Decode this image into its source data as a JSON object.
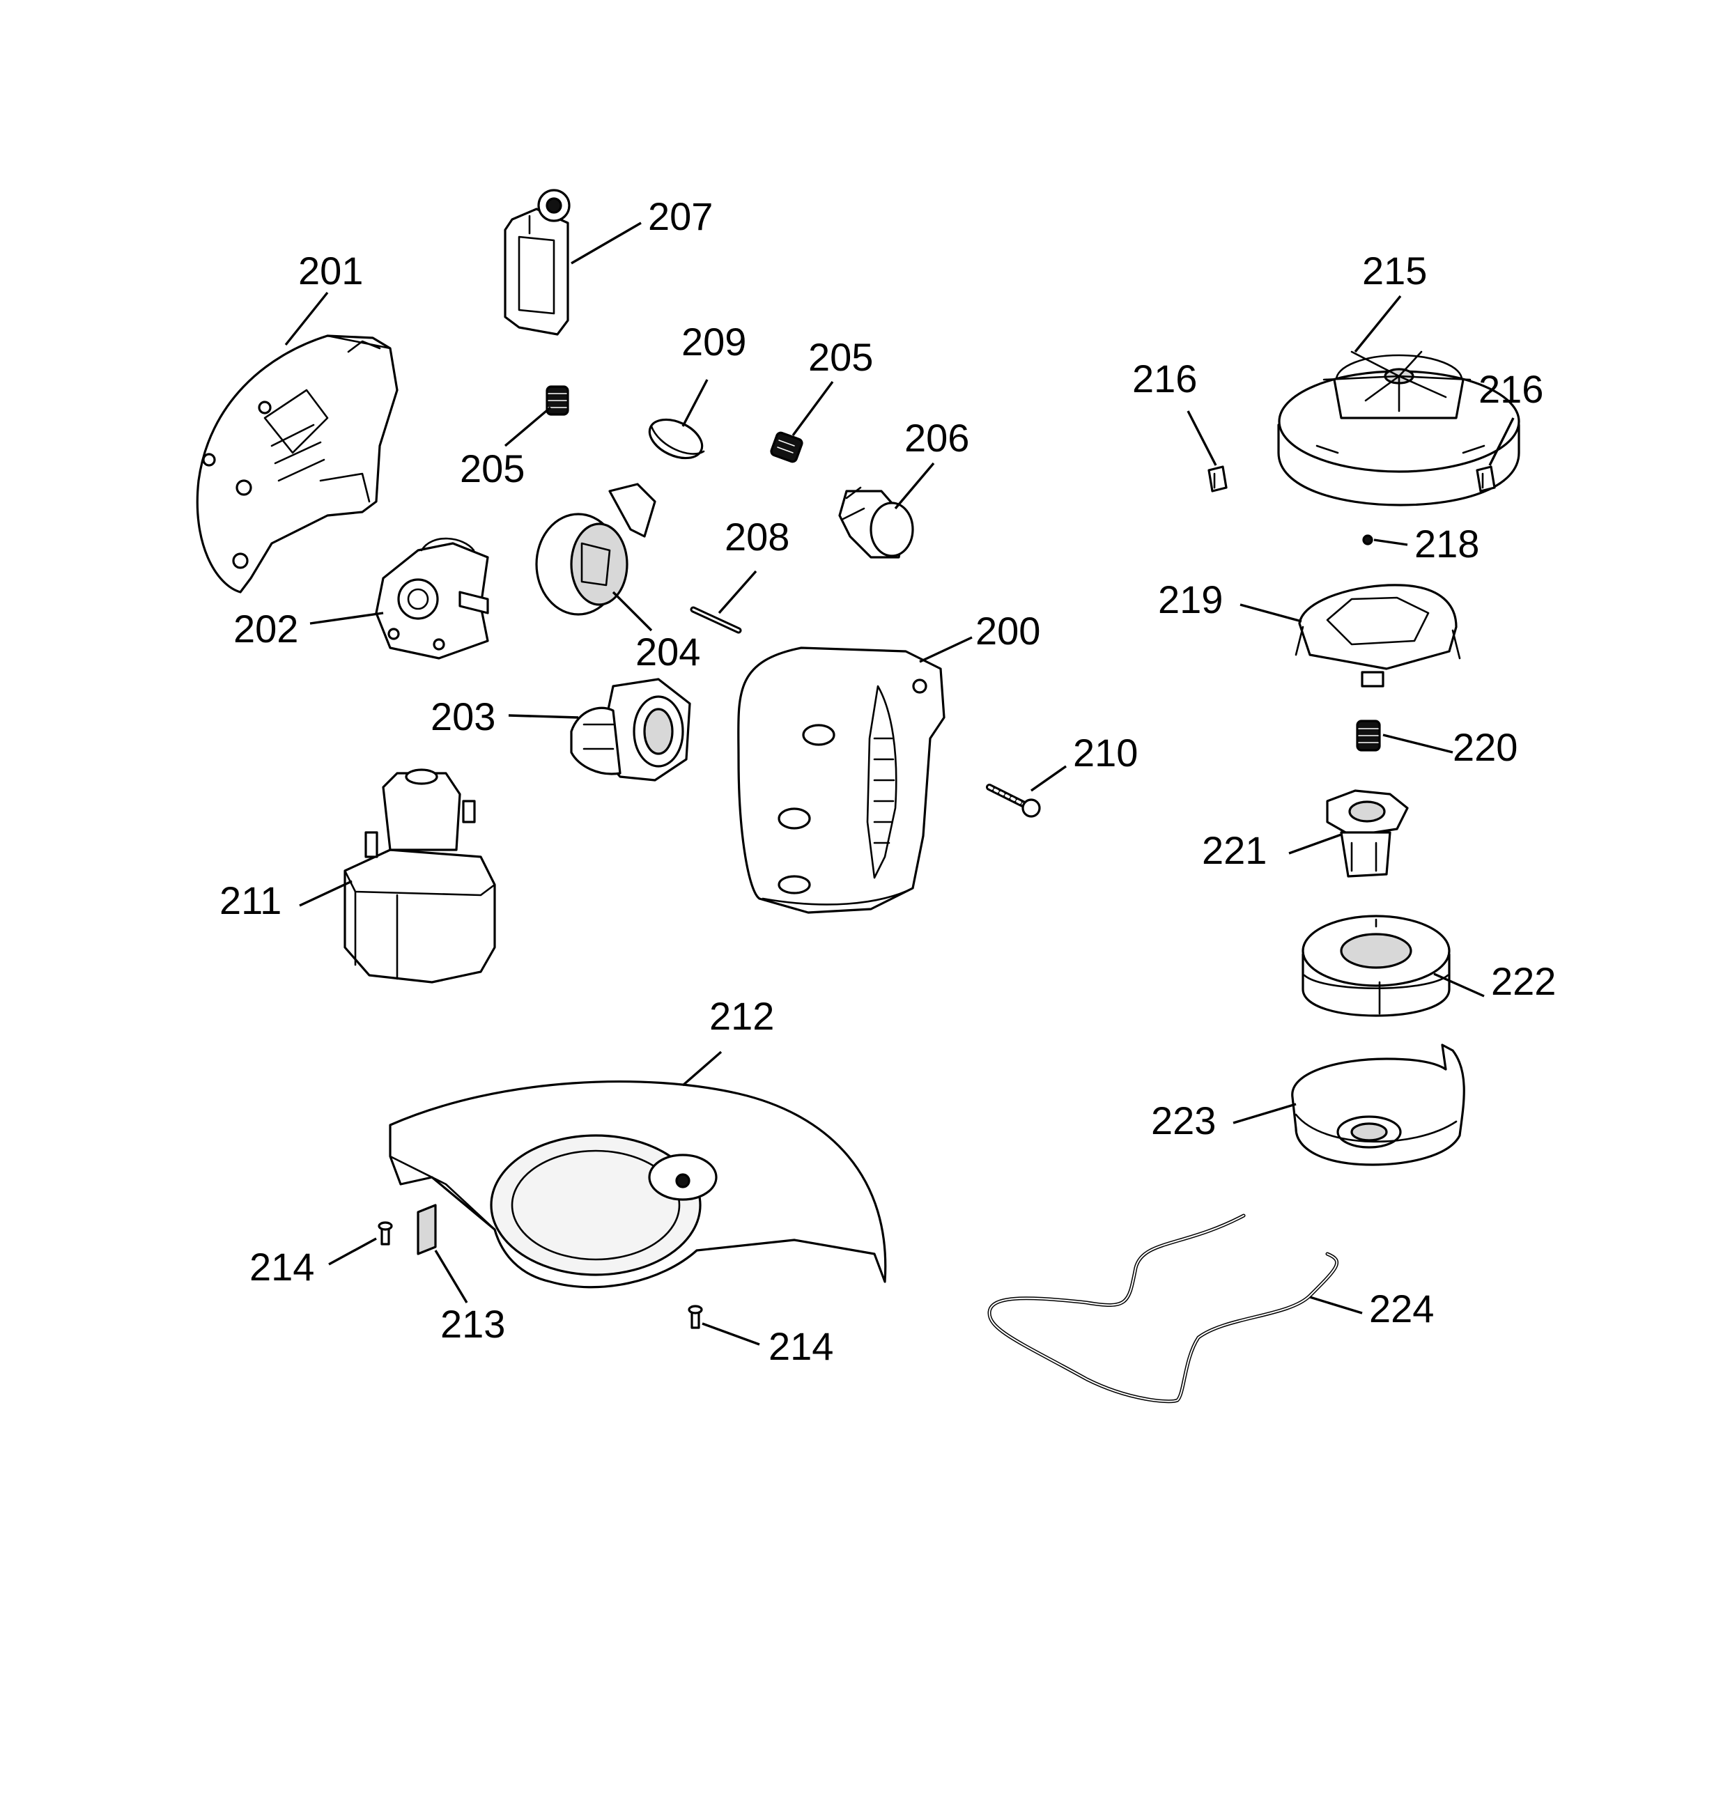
{
  "diagram": {
    "parts": [
      {
        "id": "p200",
        "label": "200"
      },
      {
        "id": "p201",
        "label": "201"
      },
      {
        "id": "p202",
        "label": "202"
      },
      {
        "id": "p203",
        "label": "203"
      },
      {
        "id": "p204",
        "label": "204"
      },
      {
        "id": "p205a",
        "label": "205"
      },
      {
        "id": "p205b",
        "label": "205"
      },
      {
        "id": "p206",
        "label": "206"
      },
      {
        "id": "p207",
        "label": "207"
      },
      {
        "id": "p208",
        "label": "208"
      },
      {
        "id": "p209",
        "label": "209"
      },
      {
        "id": "p210",
        "label": "210"
      },
      {
        "id": "p211",
        "label": "211"
      },
      {
        "id": "p212",
        "label": "212"
      },
      {
        "id": "p213",
        "label": "213"
      },
      {
        "id": "p214a",
        "label": "214"
      },
      {
        "id": "p214b",
        "label": "214"
      },
      {
        "id": "p215",
        "label": "215"
      },
      {
        "id": "p216a",
        "label": "216"
      },
      {
        "id": "p216b",
        "label": "216"
      },
      {
        "id": "p218",
        "label": "218"
      },
      {
        "id": "p219",
        "label": "219"
      },
      {
        "id": "p220",
        "label": "220"
      },
      {
        "id": "p221",
        "label": "221"
      },
      {
        "id": "p222",
        "label": "222"
      },
      {
        "id": "p223",
        "label": "223"
      },
      {
        "id": "p224",
        "label": "224"
      }
    ]
  }
}
